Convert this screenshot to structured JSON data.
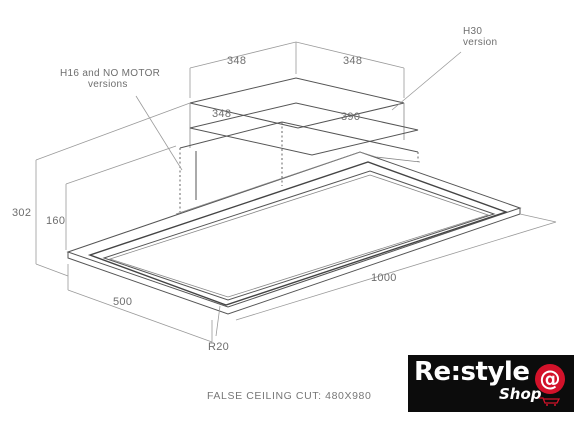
{
  "dimensions": {
    "top_left": "348",
    "top_right": "348",
    "mid_left": "348",
    "mid_right": "390",
    "height_total": "302",
    "height_body": "160",
    "width": "500",
    "length": "1000",
    "radius": "R20"
  },
  "notes": {
    "h30_line1": "H30",
    "h30_line2": "version",
    "h16_line1": "H16 and NO MOTOR",
    "h16_line2": "versions"
  },
  "footer": {
    "cut_label": "FALSE CEILING CUT: 480X980"
  },
  "logo": {
    "brand": "Re:style",
    "sub": "Shop",
    "at": "@",
    "background": "#0c0c0c",
    "accent": "#d3122a"
  }
}
